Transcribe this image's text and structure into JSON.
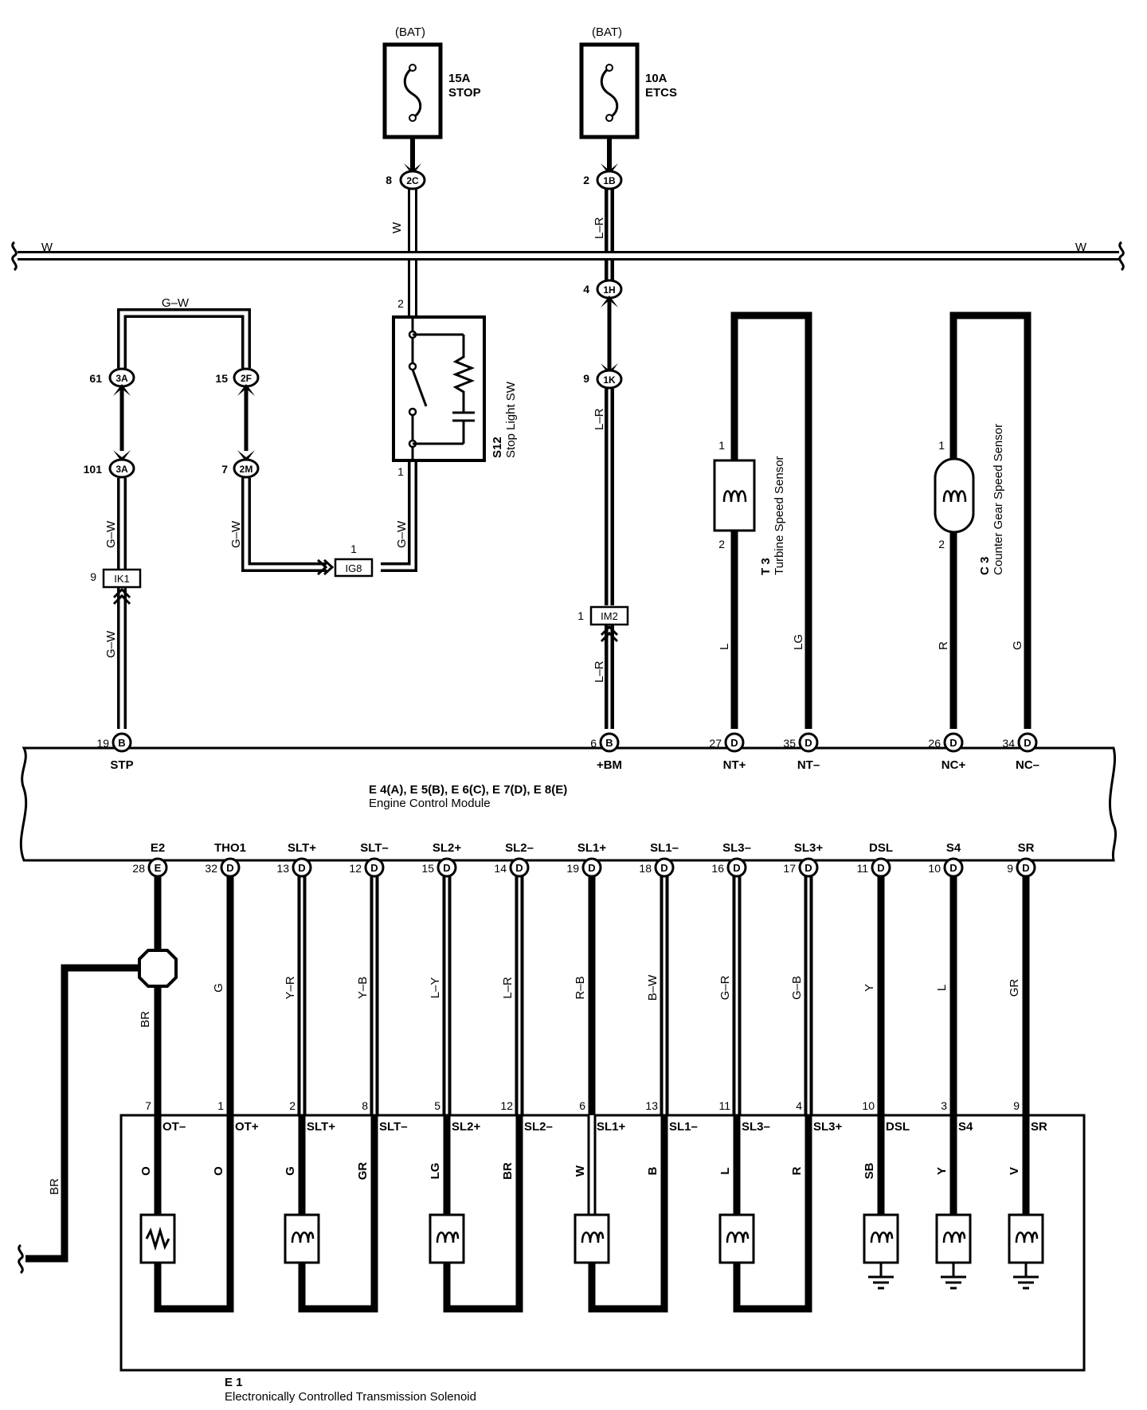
{
  "fuses": [
    {
      "source": "(BAT)",
      "amp": "15A",
      "name": "STOP"
    },
    {
      "source": "(BAT)",
      "amp": "10A",
      "name": "ETCS"
    }
  ],
  "bus_wire": {
    "left": "W",
    "right": "W"
  },
  "connectors": [
    {
      "pin": "8",
      "code": "2C"
    },
    {
      "pin": "2",
      "code": "1B"
    },
    {
      "pin": "4",
      "code": "1H"
    },
    {
      "pin": "9",
      "code": "1K"
    },
    {
      "pin": "61",
      "code": "3A"
    },
    {
      "pin": "15",
      "code": "2F"
    },
    {
      "pin": "101",
      "code": "3A"
    },
    {
      "pin": "7",
      "code": "2M"
    }
  ],
  "junctions": [
    {
      "pin": "9",
      "code": "IK1"
    },
    {
      "pin": "1",
      "code": "IG8"
    },
    {
      "pin": "1",
      "code": "IM2"
    }
  ],
  "wire_colors": {
    "stop_w": "W",
    "etcs_top": "L–R",
    "etcs_mid": "L–R",
    "etcs_bottom": "L–R",
    "gw_top": "G–W",
    "gw_left1": "G–W",
    "gw_left2": "G–W",
    "gw_mid": "G–W",
    "gw_sw": "G–W",
    "nt_plus": "L",
    "nt_minus": "LG",
    "nc_plus": "R",
    "nc_minus": "G"
  },
  "stop_switch": {
    "code": "S12",
    "name": "Stop Light SW",
    "pin_top": "2",
    "pin_bottom": "1"
  },
  "sensors": [
    {
      "code": "T 3",
      "name": "Turbine Speed Sensor",
      "pin1": "1",
      "pin2": "2"
    },
    {
      "code": "C 3",
      "name": "Counter Gear Speed Sensor",
      "pin1": "1",
      "pin2": "2"
    }
  ],
  "ecm": {
    "connectors": "E 4(A), E 5(B), E 6(C), E 7(D), E 8(E)",
    "name": "Engine Control Module",
    "top_terminals": [
      {
        "pin": "19",
        "conn": "B",
        "label": "STP"
      },
      {
        "pin": "6",
        "conn": "B",
        "label": "+BM"
      },
      {
        "pin": "27",
        "conn": "D",
        "label": "NT+"
      },
      {
        "pin": "35",
        "conn": "D",
        "label": "NT–"
      },
      {
        "pin": "26",
        "conn": "D",
        "label": "NC+"
      },
      {
        "pin": "34",
        "conn": "D",
        "label": "NC–"
      }
    ],
    "bottom_terminals": [
      {
        "pin": "28",
        "conn": "E",
        "label": "E2",
        "wire": "BR"
      },
      {
        "pin": "32",
        "conn": "D",
        "label": "THO1",
        "wire": "G"
      },
      {
        "pin": "13",
        "conn": "D",
        "label": "SLT+",
        "wire": "Y–R"
      },
      {
        "pin": "12",
        "conn": "D",
        "label": "SLT–",
        "wire": "Y–B"
      },
      {
        "pin": "15",
        "conn": "D",
        "label": "SL2+",
        "wire": "L–Y"
      },
      {
        "pin": "14",
        "conn": "D",
        "label": "SL2–",
        "wire": "L–R"
      },
      {
        "pin": "19",
        "conn": "D",
        "label": "SL1+",
        "wire": "R–B"
      },
      {
        "pin": "18",
        "conn": "D",
        "label": "SL1–",
        "wire": "B–W"
      },
      {
        "pin": "16",
        "conn": "D",
        "label": "SL3–",
        "wire": "G–R"
      },
      {
        "pin": "17",
        "conn": "D",
        "label": "SL3+",
        "wire": "G–B"
      },
      {
        "pin": "11",
        "conn": "D",
        "label": "DSL",
        "wire": "Y"
      },
      {
        "pin": "10",
        "conn": "D",
        "label": "S4",
        "wire": "L"
      },
      {
        "pin": "9",
        "conn": "D",
        "label": "SR",
        "wire": "GR"
      }
    ]
  },
  "ground_wire": {
    "upper": "BR",
    "side": "BR"
  },
  "solenoid": {
    "code": "E 1",
    "name": "Electronically Controlled Transmission Solenoid",
    "terminals": [
      {
        "pin": "7",
        "label": "OT–",
        "wire": "O"
      },
      {
        "pin": "1",
        "label": "OT+",
        "wire": "O"
      },
      {
        "pin": "2",
        "label": "SLT+",
        "wire": "G"
      },
      {
        "pin": "8",
        "label": "SLT–",
        "wire": "GR"
      },
      {
        "pin": "5",
        "label": "SL2+",
        "wire": "LG"
      },
      {
        "pin": "12",
        "label": "SL2–",
        "wire": "BR"
      },
      {
        "pin": "6",
        "label": "SL1+",
        "wire": "W"
      },
      {
        "pin": "13",
        "label": "SL1–",
        "wire": "B"
      },
      {
        "pin": "11",
        "label": "SL3–",
        "wire": "L"
      },
      {
        "pin": "4",
        "label": "SL3+",
        "wire": "R"
      },
      {
        "pin": "10",
        "label": "DSL",
        "wire": "SB"
      },
      {
        "pin": "3",
        "label": "S4",
        "wire": "Y"
      },
      {
        "pin": "9",
        "label": "SR",
        "wire": "V"
      }
    ]
  }
}
